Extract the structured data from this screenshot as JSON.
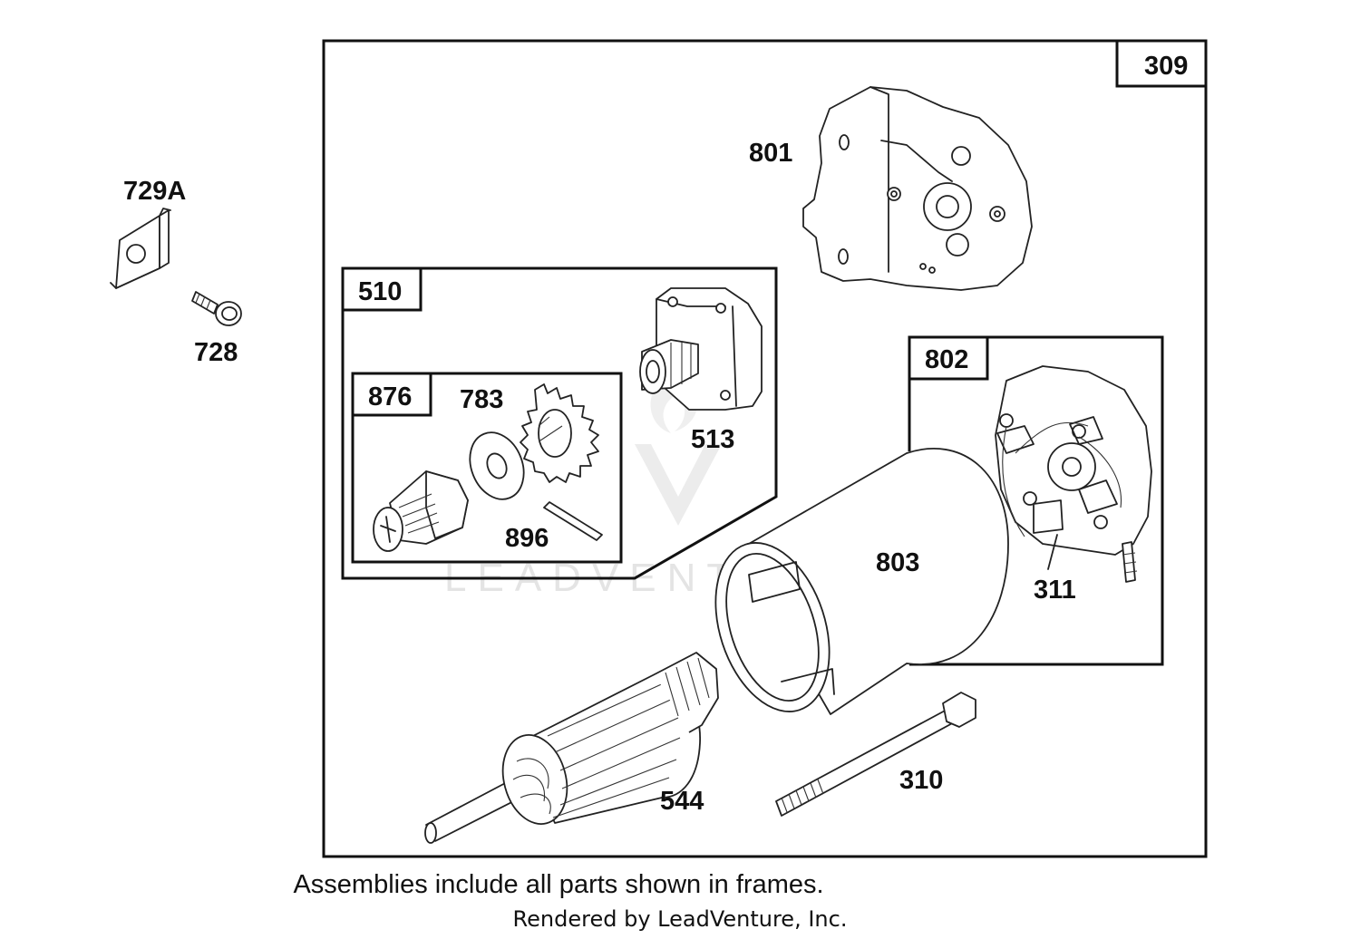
{
  "diagram": {
    "watermark": "LEADVENTURE",
    "outer_frame_label": "309",
    "sub_frames": [
      {
        "id": "510",
        "label": "510"
      },
      {
        "id": "876",
        "label": "876"
      },
      {
        "id": "802",
        "label": "802"
      }
    ],
    "callouts": {
      "p729a": "729A",
      "p728": "728",
      "p801": "801",
      "p513": "513",
      "p783": "783",
      "p896": "896",
      "p803": "803",
      "p311": "311",
      "p544": "544",
      "p310": "310"
    }
  },
  "footer": {
    "note": "Assemblies include all parts shown in frames.",
    "rendered_by": "Rendered by LeadVenture, Inc."
  }
}
